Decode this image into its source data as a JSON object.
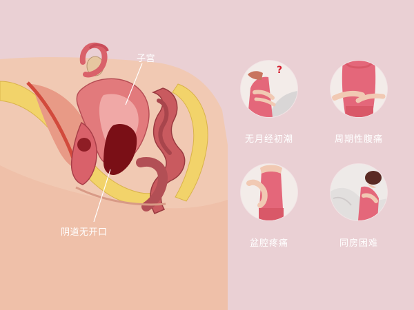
{
  "labels": {
    "uterus": "子宫",
    "vagina_unopened": "阴道无开口"
  },
  "symptoms": [
    {
      "caption": "无月经初潮",
      "icon": "question-mark-icon"
    },
    {
      "caption": "周期性腹痛",
      "icon": "abdomen-pain-icon"
    },
    {
      "caption": "盆腔疼痛",
      "icon": "pelvic-pain-icon"
    },
    {
      "caption": "同房困难",
      "icon": "intercourse-difficulty-icon"
    }
  ],
  "colors": {
    "background": "#ead0d4",
    "skin": "#f1c9b3",
    "bone": "#f2d36a",
    "organ": "#d9616a",
    "blood": "#7a0f16",
    "shirt": "#e4677a"
  }
}
